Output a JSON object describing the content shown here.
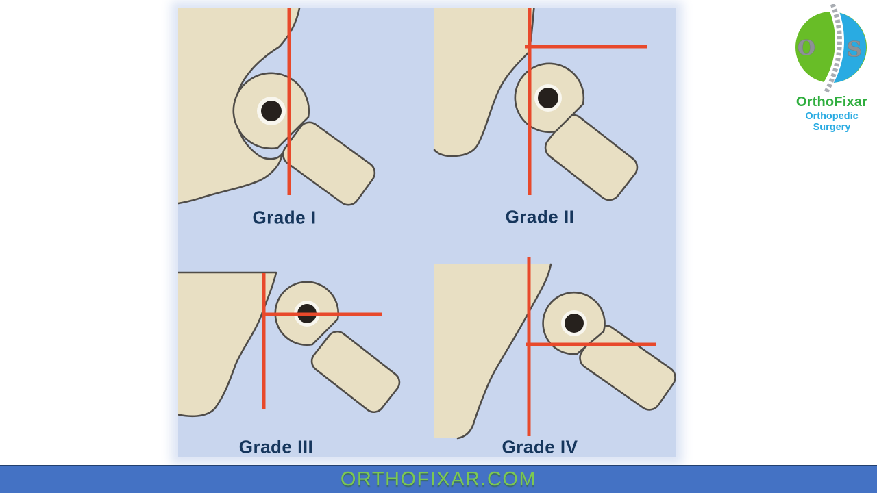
{
  "figure": {
    "grades": [
      {
        "label": "Grade I"
      },
      {
        "label": "Grade II"
      },
      {
        "label": "Grade III"
      },
      {
        "label": "Grade IV"
      }
    ]
  },
  "logo": {
    "monogram_left": "O",
    "monogram_right": "S",
    "brand": "OrthoFixar",
    "tagline": "Orthopedic Surgery"
  },
  "footer": {
    "site": "ORTHOFIXAR.COM"
  },
  "colors": {
    "panel-bg": "#c9d6ee",
    "bone": "#e8dfc3",
    "outline": "#4f4c48",
    "accent": "#e8492b",
    "navy": "#16365c",
    "banner-bg": "#4472c4",
    "banner-border": "#23406e",
    "banner-green": "#7cc852",
    "logo-green": "#68bd27",
    "logo-blue": "#29abe2",
    "brand-green": "#2fae3e",
    "dot": "#26211d",
    "ring": "#f8f6ee"
  }
}
